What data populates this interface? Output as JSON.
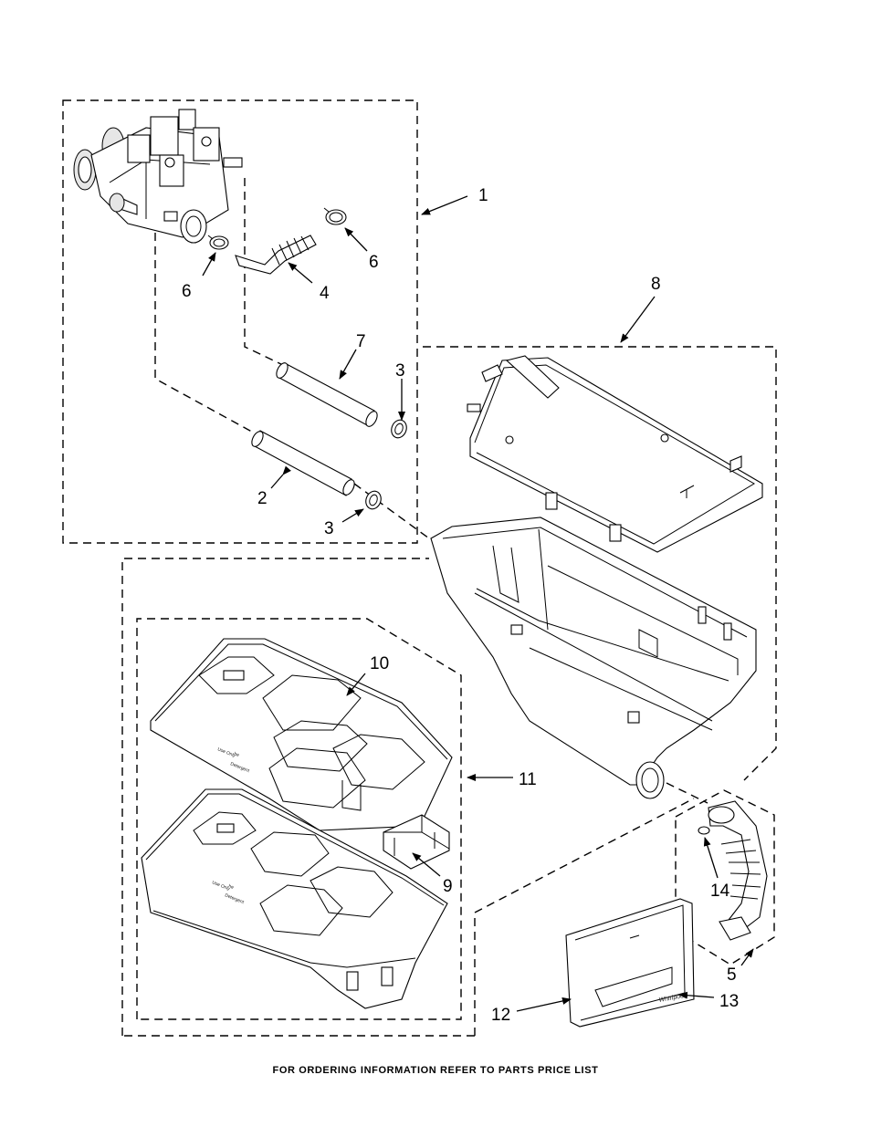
{
  "footer": "FOR ORDERING INFORMATION REFER TO PARTS PRICE LIST",
  "callouts": [
    "1",
    "2",
    "3",
    "3",
    "4",
    "5",
    "6",
    "6",
    "7",
    "8",
    "9",
    "10",
    "11",
    "12",
    "13",
    "14"
  ],
  "part_text": {
    "use_only": "Use Only",
    "he": "he",
    "detergent": "Detergent",
    "brand": "Whirlpool"
  }
}
